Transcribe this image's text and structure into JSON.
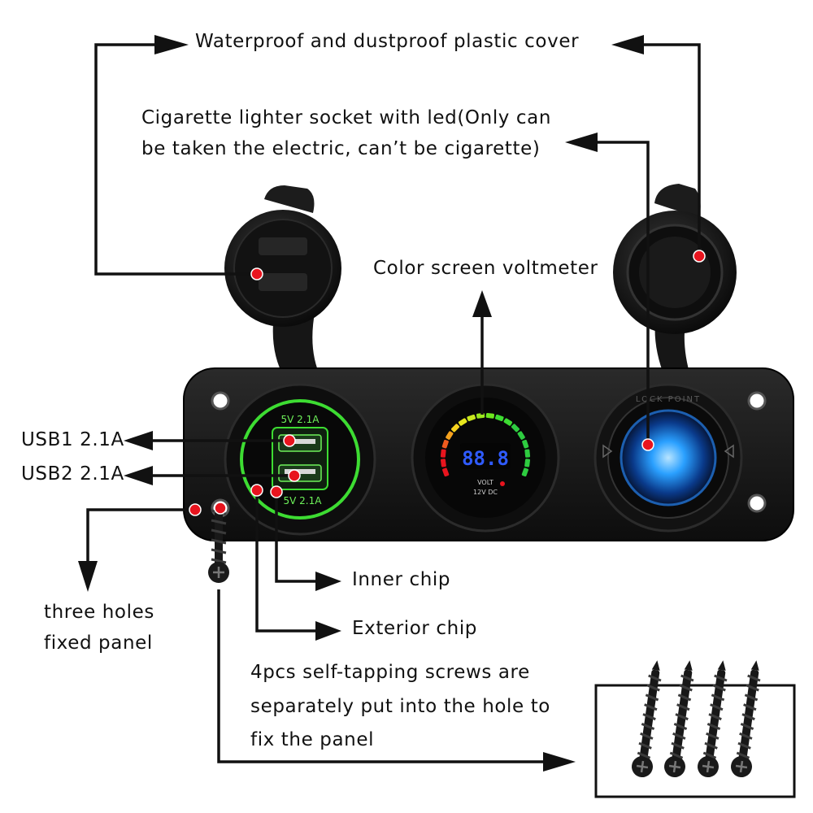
{
  "colors": {
    "arrow": "#111111",
    "callout_dot": "#e8141e",
    "panel": "#141414",
    "usb_ring": "#3ddc32",
    "usb_text": "#6ef25a",
    "voltmeter_digits": "#2f5bff",
    "lighter_glow": "#2aa0ff"
  },
  "labels": {
    "cover": "Waterproof and dustproof plastic cover",
    "lighter_line1": "Cigarette lighter socket with led(Only can",
    "lighter_line2": "be taken the electric, can’t be cigarette)",
    "voltmeter": "Color screen voltmeter",
    "usb1": "USB1 2.1A",
    "usb2": "USB2 2.1A",
    "holes_line1": "three holes",
    "holes_line2": "fixed panel",
    "inner_chip": "Inner chip",
    "exterior_chip": "Exterior chip",
    "screws_line1": "4pcs self-tapping screws are",
    "screws_line2": "separately put into the hole to",
    "screws_line3": "fix the panel"
  },
  "panel_text": {
    "usb_top": "5V 2.1A",
    "usb_bottom": "5V 2.1A",
    "volt_display": "88.8",
    "volt_label": "VOLT",
    "volt_sub": "12V DC",
    "lighter_ring": "LOCK POINT"
  },
  "icons": [
    "arrow-icon",
    "callout-dot-icon",
    "screw-icon"
  ]
}
